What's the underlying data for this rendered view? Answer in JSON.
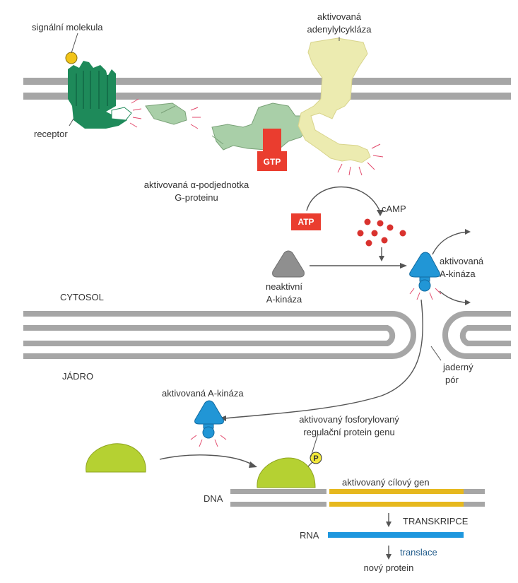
{
  "labels": {
    "signal_molecule": "signální molekula",
    "receptor": "receptor",
    "adenylyl_cyclase_line1": "aktivovaná",
    "adenylyl_cyclase_line2": "adenylylcykláza",
    "g_alpha_line1": "aktivovaná α-podjednotka",
    "g_alpha_line2": "G-proteinu",
    "gtp": "GTP",
    "atp": "ATP",
    "camp": "cAMP",
    "inactive_kinase_line1": "neaktivní",
    "inactive_kinase_line2": "A-kináza",
    "active_kinase_line1": "aktivovaná",
    "active_kinase_line2": "A-kináza",
    "cytosol": "CYTOSOL",
    "nucleus": "JÁDRO",
    "nuclear_pore_line1": "jaderný",
    "nuclear_pore_line2": "pór",
    "active_kinase_nucleus": "aktivovaná A-kináza",
    "phospho_protein_line1": "aktivovaný fosforylovaný",
    "phospho_protein_line2": "regulační protein genu",
    "phosphate": "P",
    "dna": "DNA",
    "target_gene": "aktivovaný cílový gen",
    "transcription": "TRANSKRIPCE",
    "rna": "RNA",
    "translation": "translace",
    "new_protein": "nový protein"
  },
  "colors": {
    "membrane": "#a6a6a6",
    "receptor": "#1e8a5a",
    "signal": "#f2c418",
    "g_protein": "#a9cfa8",
    "cyclase": "#ecebb0",
    "gtp_box": "#ea3d2f",
    "camp": "#d9322e",
    "kinase_active": "#2196d6",
    "kinase_inactive": "#8f8f8f",
    "regulatory_protein": "#b5d132",
    "gene": "#e6b81e",
    "rna": "#1e97de",
    "rays": "#e24a6c"
  }
}
